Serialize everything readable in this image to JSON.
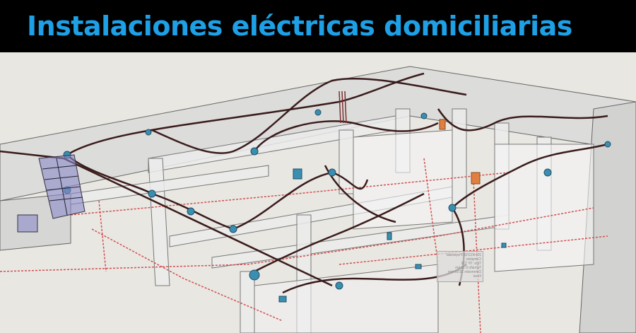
{
  "header": {
    "title": "Instalaciones eléctricas domiciliarias",
    "background": "#000000",
    "accent": "#1ea0e6"
  },
  "illustration": {
    "subject": "3D cutaway of a house floor plan showing electrical wiring",
    "colors": {
      "floor": "#e9e7e2",
      "walls": "#d8d8d6",
      "wire": "#3a1c1c",
      "conduit_dotted": "#d05050",
      "junction_box": "#3a8fb0",
      "panel": "#8a88c8",
      "highlight_box": "#e08040"
    }
  },
  "note_label": {
    "lines": [
      "2014/12/18 Propiedad",
      "Completo",
      "Tipo: TP T16",
      "Tamaño 6 25 km",
      "Dimensión 15/16 mm",
      "Final"
    ]
  }
}
